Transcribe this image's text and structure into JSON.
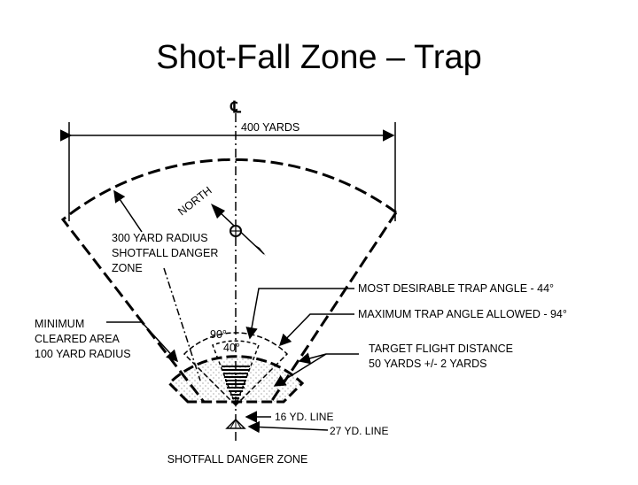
{
  "title": "Shot-Fall Zone – Trap",
  "diagram": {
    "centerline_symbol": "℄",
    "width_label": "400 YARDS",
    "north_label": "NORTH",
    "radius_label": [
      "300 YARD RADIUS",
      "SHOTFALL DANGER",
      "ZONE"
    ],
    "min_cleared_label": [
      "MINIMUM",
      "CLEARED AREA",
      "100 YARD RADIUS"
    ],
    "angle_90_label": "90°",
    "angle_40_label": "40°",
    "most_desirable_label": "MOST DESIRABLE TRAP ANGLE - 44°",
    "max_angle_label": "MAXIMUM TRAP ANGLE ALLOWED - 94°",
    "flight_distance_label": [
      "TARGET FLIGHT DISTANCE",
      "50 YARDS +/- 2 YARDS"
    ],
    "line_16_label": "16 YD. LINE",
    "line_27_label": "27 YD. LINE",
    "bottom_label": "SHOTFALL DANGER ZONE"
  }
}
